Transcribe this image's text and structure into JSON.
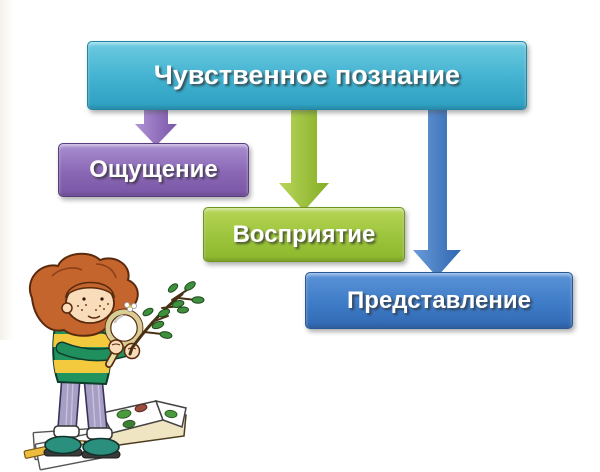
{
  "slide": {
    "background_color": "#ffffff",
    "title": {
      "label": "Чувственное познание",
      "fill_color": "#35aecb"
    },
    "nodes": [
      {
        "id": "sensation",
        "label": "Ощущение",
        "fill_color": "#8a67b5"
      },
      {
        "id": "perception",
        "label": "Восприятие",
        "fill_color": "#9cc43c"
      },
      {
        "id": "representation",
        "label": "Представление",
        "fill_color": "#3e7cc7"
      }
    ],
    "arrows": [
      {
        "from": "Чувственное познание",
        "to": "Ощущение",
        "color": "#8f6cbe"
      },
      {
        "from": "Чувственное познание",
        "to": "Восприятие",
        "color": "#9cc23a"
      },
      {
        "from": "Чувственное познание",
        "to": "Представление",
        "color": "#3e7cc7"
      }
    ],
    "illustration": {
      "name": "child-with-magnifying-glass-examining-plant"
    }
  }
}
